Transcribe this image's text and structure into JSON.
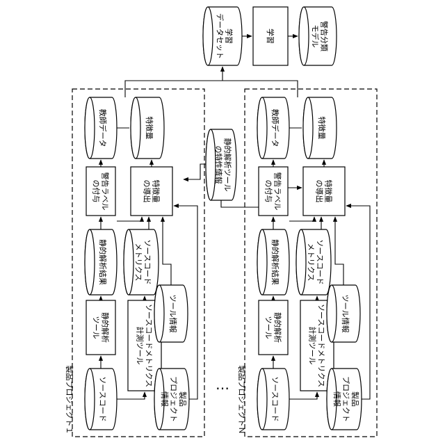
{
  "top": {
    "dataset": "学習\nデータセット",
    "learning": "学習",
    "model": "警告分類\nモデル"
  },
  "static_tool_traits": "静的解析ツール\nの特性情報",
  "ellipsis": "…",
  "projects": [
    {
      "frame_label": "製品プロジェクト１",
      "teacher_data": "教師データ",
      "features": "特徴量",
      "warning_label": "警告ラベル\nの付与",
      "feature_derivation": "特徴量\nの導出",
      "static_results": "静的解析結果",
      "source_metrics": "ソースコード\nメトリクス",
      "static_tool": "静的解析\nツール",
      "metrics_tool": "ソースコードメトリクス\n計測ツール",
      "tool_info": "ツール情報",
      "source_code": "ソースコード",
      "product_info": "製品\nプロジェクト\n情報"
    },
    {
      "frame_label": "製品プロジェクトＮ",
      "teacher_data": "教師データ",
      "features": "特徴量",
      "warning_label": "警告ラベル\nの付与",
      "feature_derivation": "特徴量\nの導出",
      "static_results": "静的解析結果",
      "source_metrics": "ソースコード\nメトリクス",
      "static_tool": "静的解析\nツール",
      "metrics_tool": "ソースコードメトリクス\n計測ツール",
      "tool_info": "ツール情報",
      "source_code": "ソースコード",
      "product_info": "製品\nプロジェクト\n情報"
    }
  ]
}
